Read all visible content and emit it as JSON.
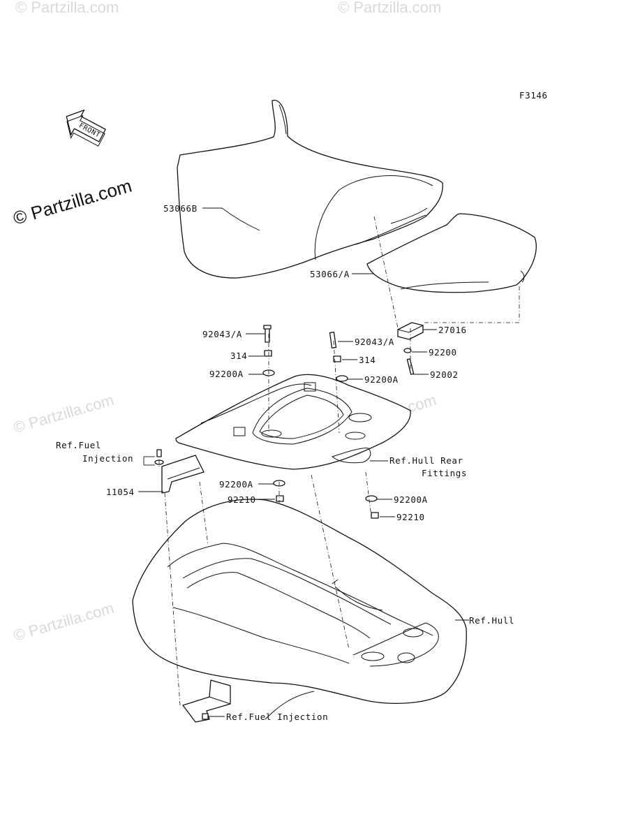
{
  "figure_code": "F3146",
  "direction_label": "FRONT",
  "copyright_notice": "© Partzilla.com",
  "watermark_text": "© Partzilla.com",
  "callouts": {
    "seat_front": "53066B",
    "seat_rear": "53066/A",
    "bolt_left": "92043/A",
    "bolt_right": "92043/A",
    "collar_left": "314",
    "collar_right": "314",
    "washer_left_top": "92200A",
    "washer_right_top": "92200A",
    "stopper": "27016",
    "washer_small": "92200",
    "bolt_small": "92002",
    "ref_fuel_injection_top_line1": "Ref.Fuel",
    "ref_fuel_injection_top_line2": "Injection",
    "bracket": "11054",
    "washer_left_bottom": "92200A",
    "nut_left_bottom": "92210",
    "ref_hull_rear_line1": "Ref.Hull Rear",
    "ref_hull_rear_line2": "Fittings",
    "washer_right_bottom": "92200A",
    "nut_right_bottom": "92210",
    "ref_hull": "Ref.Hull",
    "ref_fuel_injection_bottom": "Ref.Fuel Injection"
  },
  "colors": {
    "line": "#111111",
    "watermark": "#d9d9d9",
    "background": "#ffffff"
  }
}
